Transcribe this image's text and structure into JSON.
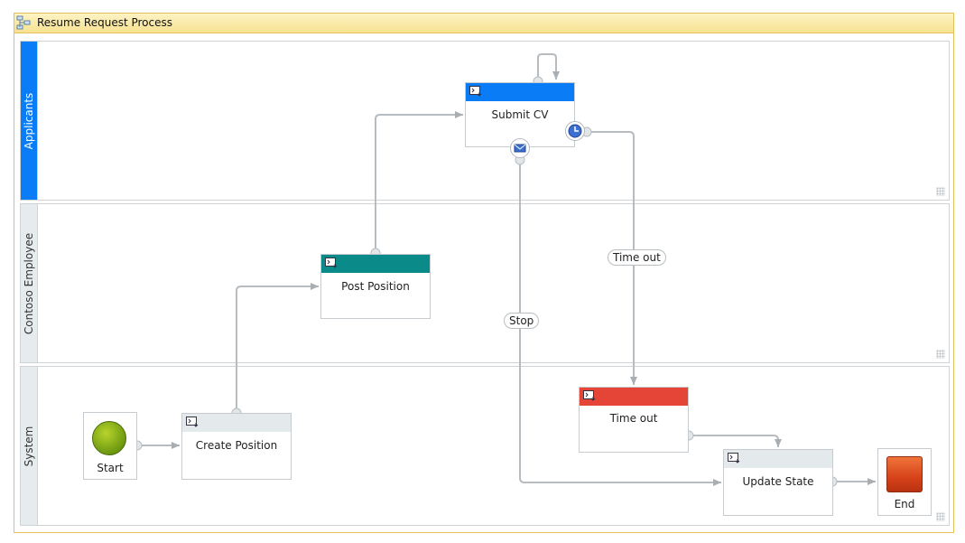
{
  "process": {
    "title": "Resume Request Process",
    "icon": "process-map-icon"
  },
  "lanes": [
    {
      "label": "Applicants"
    },
    {
      "label": "Contoso Employee"
    },
    {
      "label": "System"
    }
  ],
  "nodes": {
    "submit_cv": {
      "label": "Submit CV",
      "accent": "#0a7cf6"
    },
    "post_position": {
      "label": "Post Position",
      "accent": "#0b8a8a"
    },
    "create_position": {
      "label": "Create Position",
      "accent": "#e4e9eb"
    },
    "timeout_task": {
      "label": "Time out",
      "accent": "#e44536"
    },
    "update_state": {
      "label": "Update State",
      "accent": "#e4e9eb"
    },
    "start": {
      "label": "Start"
    },
    "end": {
      "label": "End"
    }
  },
  "connections": {
    "stop_label": "Stop",
    "timeout_label": "Time out"
  },
  "colors": {
    "wire": "#a9aeb3",
    "lane_header": "#e6eced",
    "selected_lane": "#0a7cf6"
  }
}
